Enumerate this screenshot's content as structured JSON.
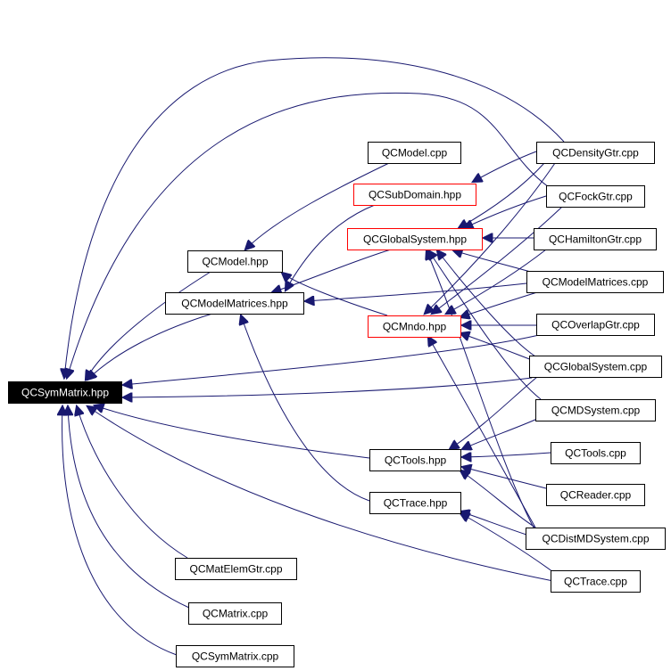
{
  "colors": {
    "edge": "#191970",
    "box_border": "#000000",
    "box_border_red": "#ff0000",
    "root_fill": "#000000",
    "root_text": "#ffffff"
  },
  "nodes": [
    {
      "id": "QCSymMatrix_hpp",
      "label": "QCSymMatrix.hpp",
      "highlight": "root"
    },
    {
      "id": "QCModel_hpp",
      "label": "QCModel.hpp",
      "highlight": "none"
    },
    {
      "id": "QCModelMatrices_hpp",
      "label": "QCModelMatrices.hpp",
      "highlight": "none"
    },
    {
      "id": "QCModel_cpp",
      "label": "QCModel.cpp",
      "highlight": "none"
    },
    {
      "id": "QCSubDomain_hpp",
      "label": "QCSubDomain.hpp",
      "highlight": "red"
    },
    {
      "id": "QCGlobalSystem_hpp",
      "label": "QCGlobalSystem.hpp",
      "highlight": "red"
    },
    {
      "id": "QCMndo_hpp",
      "label": "QCMndo.hpp",
      "highlight": "red"
    },
    {
      "id": "QCTools_hpp",
      "label": "QCTools.hpp",
      "highlight": "none"
    },
    {
      "id": "QCTrace_hpp",
      "label": "QCTrace.hpp",
      "highlight": "none"
    },
    {
      "id": "QCDensityGtr_cpp",
      "label": "QCDensityGtr.cpp",
      "highlight": "none"
    },
    {
      "id": "QCFockGtr_cpp",
      "label": "QCFockGtr.cpp",
      "highlight": "none"
    },
    {
      "id": "QCHamiltonGtr_cpp",
      "label": "QCHamiltonGtr.cpp",
      "highlight": "none"
    },
    {
      "id": "QCModelMatrices_cpp",
      "label": "QCModelMatrices.cpp",
      "highlight": "none"
    },
    {
      "id": "QCOverlapGtr_cpp",
      "label": "QCOverlapGtr.cpp",
      "highlight": "none"
    },
    {
      "id": "QCGlobalSystem_cpp",
      "label": "QCGlobalSystem.cpp",
      "highlight": "none"
    },
    {
      "id": "QCMDSystem_cpp",
      "label": "QCMDSystem.cpp",
      "highlight": "none"
    },
    {
      "id": "QCTools_cpp",
      "label": "QCTools.cpp",
      "highlight": "none"
    },
    {
      "id": "QCReader_cpp",
      "label": "QCReader.cpp",
      "highlight": "none"
    },
    {
      "id": "QCDistMDSystem_cpp",
      "label": "QCDistMDSystem.cpp",
      "highlight": "none"
    },
    {
      "id": "QCTrace_cpp",
      "label": "QCTrace.cpp",
      "highlight": "none"
    },
    {
      "id": "QCMatElemGtr_cpp",
      "label": "QCMatElemGtr.cpp",
      "highlight": "none"
    },
    {
      "id": "QCMatrix_cpp",
      "label": "QCMatrix.cpp",
      "highlight": "none"
    },
    {
      "id": "QCSymMatrix_cpp",
      "label": "QCSymMatrix.cpp",
      "highlight": "none"
    }
  ],
  "edges": [
    {
      "from": "QCModel_hpp",
      "to": "QCSymMatrix_hpp"
    },
    {
      "from": "QCModelMatrices_hpp",
      "to": "QCSymMatrix_hpp"
    },
    {
      "from": "QCDensityGtr_cpp",
      "to": "QCSymMatrix_hpp"
    },
    {
      "from": "QCFockGtr_cpp",
      "to": "QCSymMatrix_hpp"
    },
    {
      "from": "QCOverlapGtr_cpp",
      "to": "QCSymMatrix_hpp"
    },
    {
      "from": "QCGlobalSystem_cpp",
      "to": "QCSymMatrix_hpp"
    },
    {
      "from": "QCTools_hpp",
      "to": "QCSymMatrix_hpp"
    },
    {
      "from": "QCTrace_cpp",
      "to": "QCSymMatrix_hpp"
    },
    {
      "from": "QCMatElemGtr_cpp",
      "to": "QCSymMatrix_hpp"
    },
    {
      "from": "QCMatrix_cpp",
      "to": "QCSymMatrix_hpp"
    },
    {
      "from": "QCSymMatrix_cpp",
      "to": "QCSymMatrix_hpp"
    },
    {
      "from": "QCModel_cpp",
      "to": "QCModel_hpp"
    },
    {
      "from": "QCMndo_hpp",
      "to": "QCModel_hpp"
    },
    {
      "from": "QCSubDomain_hpp",
      "to": "QCModelMatrices_hpp"
    },
    {
      "from": "QCGlobalSystem_hpp",
      "to": "QCModelMatrices_hpp"
    },
    {
      "from": "QCModelMatrices_cpp",
      "to": "QCModelMatrices_hpp"
    },
    {
      "from": "QCTrace_hpp",
      "to": "QCModelMatrices_hpp"
    },
    {
      "from": "QCDensityGtr_cpp",
      "to": "QCSubDomain_hpp"
    },
    {
      "from": "QCDensityGtr_cpp",
      "to": "QCGlobalSystem_hpp"
    },
    {
      "from": "QCFockGtr_cpp",
      "to": "QCGlobalSystem_hpp"
    },
    {
      "from": "QCHamiltonGtr_cpp",
      "to": "QCGlobalSystem_hpp"
    },
    {
      "from": "QCModelMatrices_cpp",
      "to": "QCGlobalSystem_hpp"
    },
    {
      "from": "QCGlobalSystem_cpp",
      "to": "QCGlobalSystem_hpp"
    },
    {
      "from": "QCMDSystem_cpp",
      "to": "QCGlobalSystem_hpp"
    },
    {
      "from": "QCDistMDSystem_cpp",
      "to": "QCGlobalSystem_hpp"
    },
    {
      "from": "QCDensityGtr_cpp",
      "to": "QCMndo_hpp"
    },
    {
      "from": "QCFockGtr_cpp",
      "to": "QCMndo_hpp"
    },
    {
      "from": "QCHamiltonGtr_cpp",
      "to": "QCMndo_hpp"
    },
    {
      "from": "QCModelMatrices_cpp",
      "to": "QCMndo_hpp"
    },
    {
      "from": "QCOverlapGtr_cpp",
      "to": "QCMndo_hpp"
    },
    {
      "from": "QCGlobalSystem_cpp",
      "to": "QCMndo_hpp"
    },
    {
      "from": "QCDistMDSystem_cpp",
      "to": "QCMndo_hpp"
    },
    {
      "from": "QCMDSystem_cpp",
      "to": "QCTools_hpp"
    },
    {
      "from": "QCTools_cpp",
      "to": "QCTools_hpp"
    },
    {
      "from": "QCReader_cpp",
      "to": "QCTools_hpp"
    },
    {
      "from": "QCDistMDSystem_cpp",
      "to": "QCTools_hpp"
    },
    {
      "from": "QCGlobalSystem_cpp",
      "to": "QCTools_hpp"
    },
    {
      "from": "QCDistMDSystem_cpp",
      "to": "QCTrace_hpp"
    },
    {
      "from": "QCTrace_cpp",
      "to": "QCTrace_hpp"
    }
  ]
}
